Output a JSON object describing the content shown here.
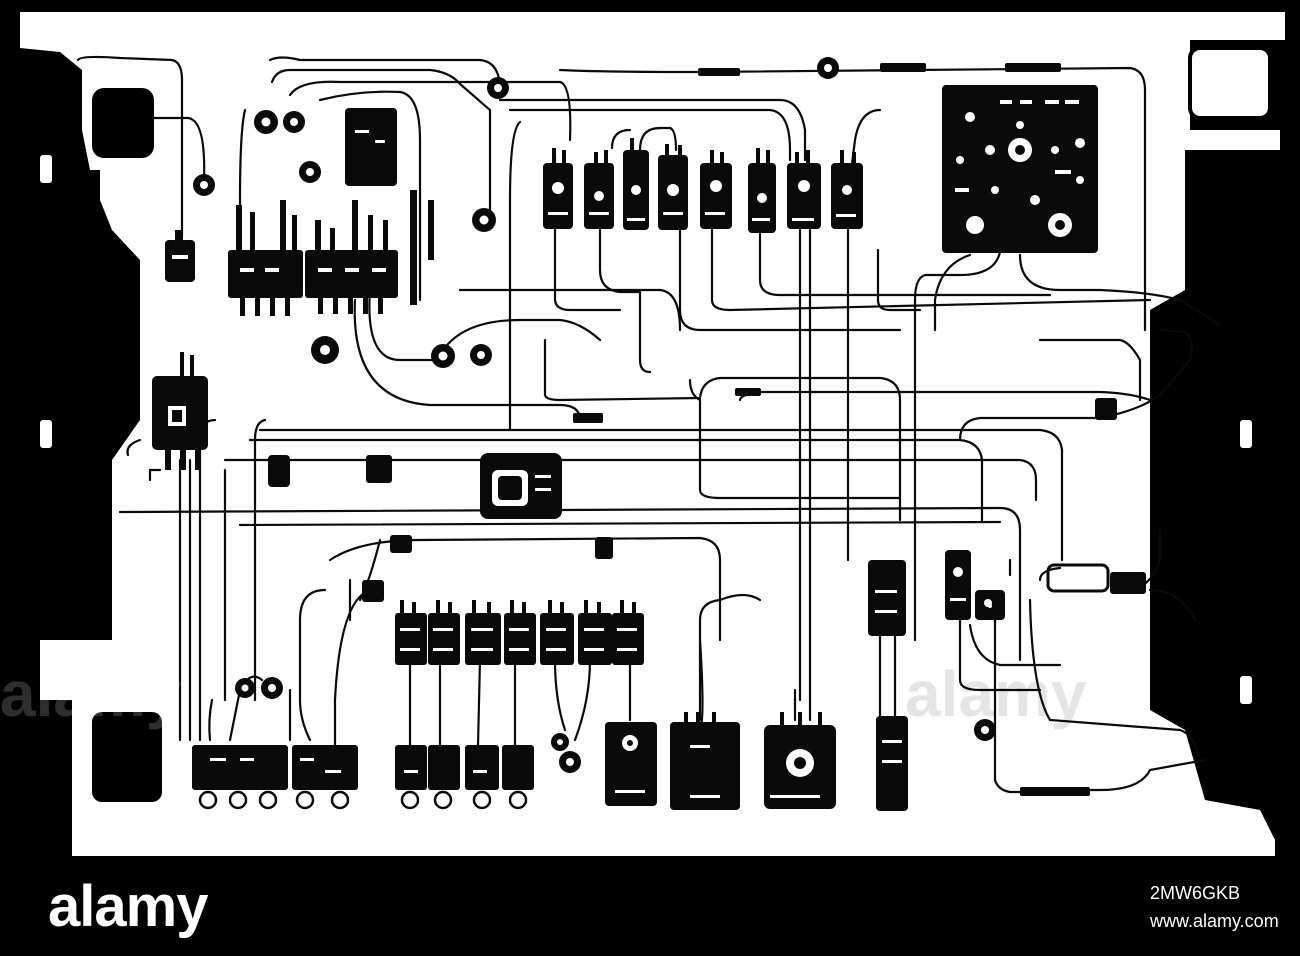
{
  "watermark": {
    "logo_text": "alamy",
    "image_id": "2MW6GKB",
    "url": "www.alamy.com"
  },
  "palette": {
    "board": "#ffffff",
    "frame": "#000000",
    "ink": "#0a0a0a"
  },
  "icons": {
    "panel": "wiring-board",
    "module": "relay-module",
    "connector": "round-connector",
    "wire": "cable"
  }
}
